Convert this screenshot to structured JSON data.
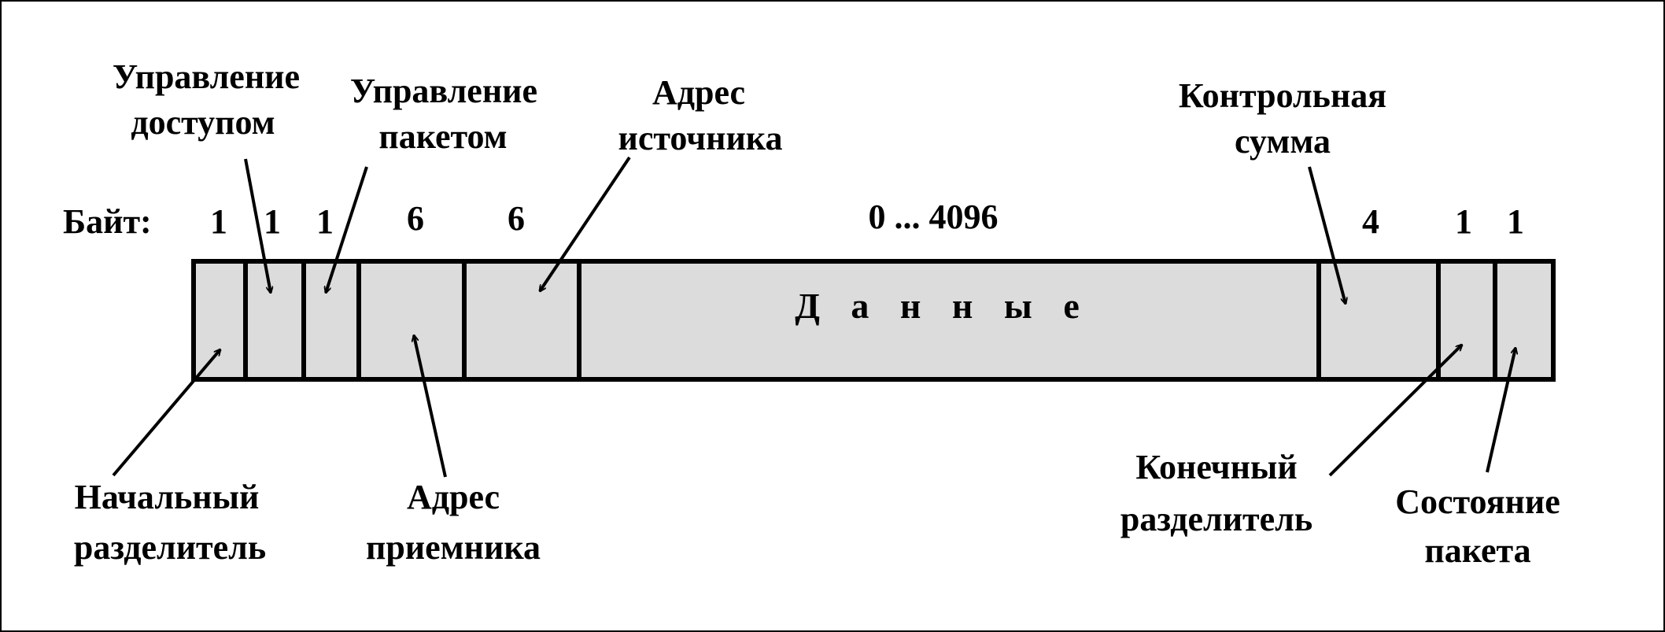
{
  "diagram": {
    "bytes_label": "Байт:",
    "data_label": "Д а н н ы е",
    "fields": [
      {
        "id": "start-delimiter",
        "bytes": "1",
        "name": [
          "Начальный",
          "разделитель"
        ]
      },
      {
        "id": "access-control",
        "bytes": "1",
        "name": [
          "Управление",
          "доступом"
        ]
      },
      {
        "id": "frame-control",
        "bytes": "1",
        "name": [
          "Управление",
          "пакетом"
        ]
      },
      {
        "id": "destination-address",
        "bytes": "6",
        "name": [
          "Адрес",
          "приемника"
        ]
      },
      {
        "id": "source-address",
        "bytes": "6",
        "name": [
          "Адрес",
          "источника"
        ]
      },
      {
        "id": "data",
        "bytes": "0 ... 4096",
        "name": []
      },
      {
        "id": "checksum",
        "bytes": "4",
        "name": [
          "Контрольная",
          "сумма"
        ]
      },
      {
        "id": "end-delimiter",
        "bytes": "1",
        "name": [
          "Конечный",
          "разделитель"
        ]
      },
      {
        "id": "frame-status",
        "bytes": "1",
        "name": [
          "Состояние",
          "пакета"
        ]
      }
    ]
  }
}
